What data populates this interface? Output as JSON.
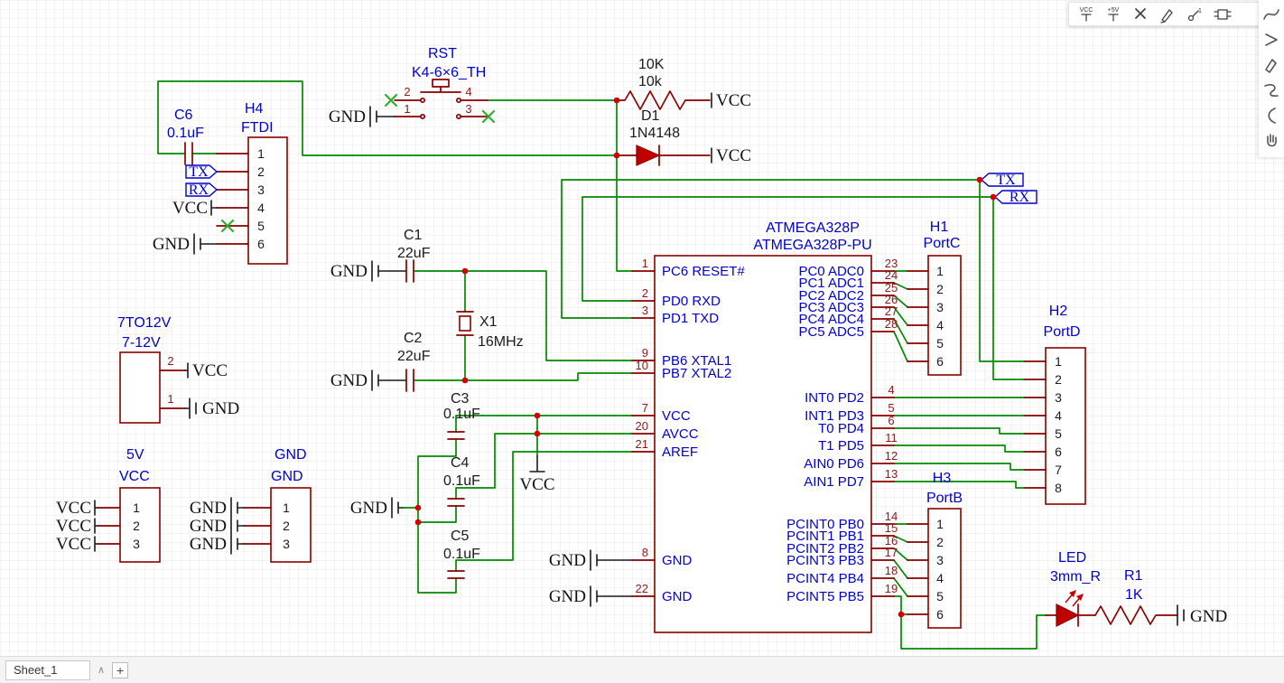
{
  "nets": {
    "vcc": "VCC",
    "gnd": "GND",
    "tx": "TX",
    "rx": "RX"
  },
  "bottom_bar": {
    "sheet_tab": "Sheet_1",
    "collapse": "∧",
    "add": "+"
  },
  "toolbar_top": {
    "items": [
      {
        "name": "vcc-power-tool",
        "label": "VCC"
      },
      {
        "name": "plus5v-power-tool",
        "label": "+5V"
      },
      {
        "name": "no-connect-tool",
        "label": ""
      },
      {
        "name": "probe-tool",
        "label": ""
      },
      {
        "name": "voltage-probe-tool",
        "label": "1"
      },
      {
        "name": "net-port-tool",
        "label": ""
      }
    ]
  },
  "toolbar_right": {
    "items": [
      "bezier-tool",
      "arrow-tool",
      "pen-tool",
      "spline-tool",
      "arc-tool",
      "pan-tool"
    ]
  },
  "components": {
    "c6": {
      "ref": "C6",
      "value": "0.1uF"
    },
    "h4": {
      "ref": "H4",
      "value": "FTDI",
      "pins": [
        "1",
        "2",
        "3",
        "4",
        "5",
        "6"
      ]
    },
    "rst": {
      "ref": "RST",
      "value": "K4-6×6_TH",
      "pins": [
        "2",
        "4",
        "1",
        "3"
      ]
    },
    "r10k": {
      "ref": "10K",
      "value": "10k"
    },
    "d1": {
      "ref": "D1",
      "value": "1N4148"
    },
    "c1": {
      "ref": "C1",
      "value": "22uF"
    },
    "c2": {
      "ref": "C2",
      "value": "22uF"
    },
    "x1": {
      "ref": "X1",
      "value": "16MHz"
    },
    "c3": {
      "ref": "C3",
      "value": "0.1uF"
    },
    "c4": {
      "ref": "C4",
      "value": "0.1uF"
    },
    "c5": {
      "ref": "C5",
      "value": "0.1uF"
    },
    "pwr": {
      "ref": "7TO12V",
      "value": "7-12V",
      "pins": [
        "2",
        "1"
      ]
    },
    "conn5v": {
      "ref": "5V",
      "value": "VCC",
      "pins": [
        "1",
        "2",
        "3"
      ]
    },
    "conngnd": {
      "ref": "GND",
      "value": "GND",
      "pins": [
        "1",
        "2",
        "3"
      ]
    },
    "mcu": {
      "ref": "ATMEGA328P",
      "value": "ATMEGA328P-PU",
      "left_pins": [
        {
          "num": "1",
          "name": "PC6 RESET#"
        },
        {
          "num": "2",
          "name": "PD0 RXD"
        },
        {
          "num": "3",
          "name": "PD1 TXD"
        },
        {
          "num": "9",
          "name": "PB6 XTAL1"
        },
        {
          "num": "10",
          "name": "PB7 XTAL2"
        },
        {
          "num": "7",
          "name": "VCC"
        },
        {
          "num": "20",
          "name": "AVCC"
        },
        {
          "num": "21",
          "name": "AREF"
        },
        {
          "num": "8",
          "name": "GND"
        },
        {
          "num": "22",
          "name": "GND"
        }
      ],
      "right_pins": [
        {
          "num": "23",
          "name": "PC0 ADC0"
        },
        {
          "num": "24",
          "name": "PC1 ADC1"
        },
        {
          "num": "25",
          "name": "PC2 ADC2"
        },
        {
          "num": "26",
          "name": "PC3 ADC3"
        },
        {
          "num": "27",
          "name": "PC4 ADC4"
        },
        {
          "num": "28",
          "name": "PC5 ADC5"
        },
        {
          "num": "4",
          "name": "INT0 PD2"
        },
        {
          "num": "5",
          "name": "INT1 PD3"
        },
        {
          "num": "6",
          "name": "T0 PD4"
        },
        {
          "num": "11",
          "name": "T1 PD5"
        },
        {
          "num": "12",
          "name": "AIN0 PD6"
        },
        {
          "num": "13",
          "name": "AIN1 PD7"
        },
        {
          "num": "14",
          "name": "PCINT0 PB0"
        },
        {
          "num": "15",
          "name": "PCINT1 PB1"
        },
        {
          "num": "16",
          "name": "PCINT2 PB2"
        },
        {
          "num": "17",
          "name": "PCINT3 PB3"
        },
        {
          "num": "18",
          "name": "PCINT4 PB4"
        },
        {
          "num": "19",
          "name": "PCINT5 PB5"
        }
      ]
    },
    "h1": {
      "ref": "H1",
      "value": "PortC",
      "pins": [
        "1",
        "2",
        "3",
        "4",
        "5",
        "6"
      ]
    },
    "h2": {
      "ref": "H2",
      "value": "PortD",
      "pins": [
        "1",
        "2",
        "3",
        "4",
        "5",
        "6",
        "7",
        "8"
      ]
    },
    "h3": {
      "ref": "H3",
      "value": "PortB",
      "pins": [
        "1",
        "2",
        "3",
        "4",
        "5",
        "6"
      ]
    },
    "led": {
      "ref": "LED",
      "value": "3mm_R"
    },
    "r1": {
      "ref": "R1",
      "value": "1K"
    }
  }
}
